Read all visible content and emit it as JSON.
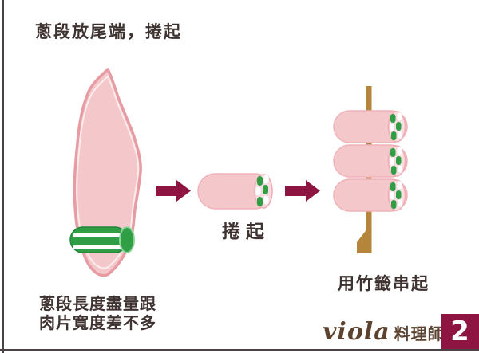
{
  "page": {
    "title": "蔥段放尾端，捲起"
  },
  "labels": {
    "roll": "捲起",
    "skewer": "用竹籤串起",
    "note_line1": "蔥段長度盡量跟",
    "note_line2": "肉片寬度差不多"
  },
  "footer": {
    "brand": "viola",
    "brand_suffix": "料理師",
    "page_number": "2"
  },
  "icons": {
    "arrow_1": "arrow-right-icon",
    "arrow_2": "arrow-right-icon"
  },
  "colors": {
    "accent_maroon": "#8e1442",
    "meat_fill": "#f4c8ca",
    "meat_outline": "#e79ba3",
    "roll_outline": "#f0b2b7",
    "roll_cap_fill": "#f9dde0",
    "scallion_green": "#2f9e45",
    "scallion_edge": "#23863a",
    "skewer_tan": "#b5853c",
    "text_dark": "#3e3331",
    "brand_brown": "#5b4330",
    "frame_gray": "#4b4246"
  }
}
